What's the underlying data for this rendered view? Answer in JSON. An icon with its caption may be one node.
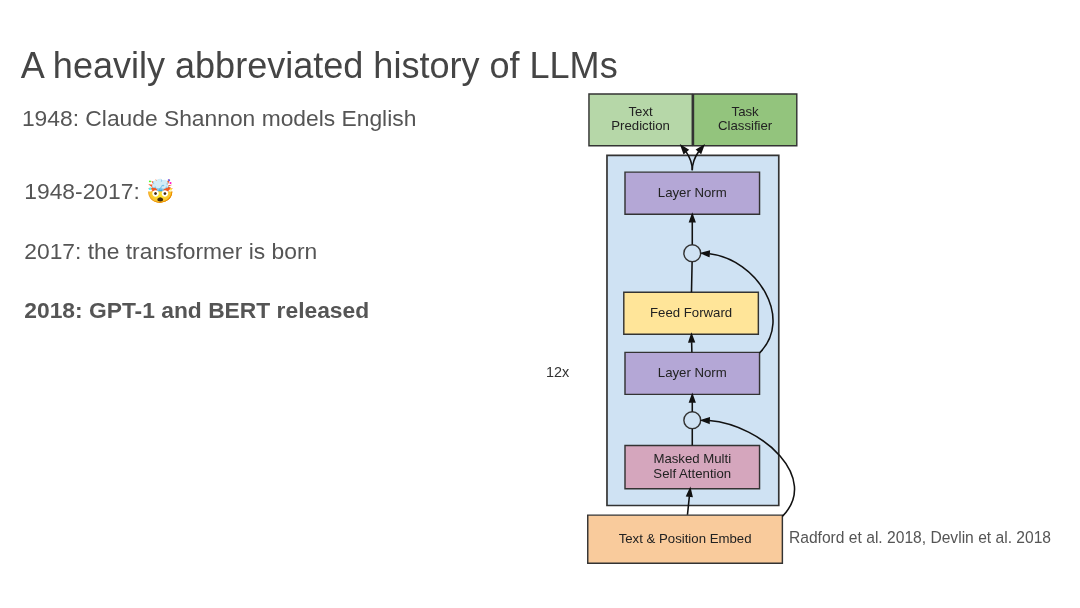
{
  "diagram": {
    "title": "A heavily abbreviated history of LLMs",
    "nodes": [
      {
        "text": [
          "Text Prediction"
        ]
      },
      {
        "text": [
          "Task Classifier"
        ]
      },
      {
        "text": [],
        "shape": "box",
        "beside": [
          "12x"
        ]
      },
      {
        "text": [
          "Layer Norm"
        ],
        "in": 2
      },
      {
        "text": [],
        "shape": "circle",
        "in": 2
      },
      {
        "text": [
          "Feed Forward"
        ],
        "in": 2
      },
      {
        "text": [
          "Layer Norm"
        ],
        "in": 2
      },
      {
        "text": [],
        "shape": "circle",
        "in": 2
      },
      {
        "text": [
          "Masked Multi Self Attention"
        ],
        "in": 2
      },
      {
        "text": [
          "Text & Position Embed"
        ]
      }
    ],
    "edges": [
      {
        "from": 9,
        "to": 8,
        "arrow": "to"
      },
      {
        "from": 9,
        "to": 7,
        "arrow": "to"
      },
      {
        "from": 8,
        "to": 7,
        "arrow": "none"
      },
      {
        "from": 7,
        "to": 6,
        "arrow": "to"
      },
      {
        "from": 6,
        "to": 5,
        "arrow": "to"
      },
      {
        "from": 6,
        "to": 4,
        "arrow": "to"
      },
      {
        "from": 5,
        "to": 4,
        "arrow": "none"
      },
      {
        "from": 4,
        "to": 3,
        "arrow": "to"
      },
      {
        "from": 3,
        "to": 0,
        "arrow": "to"
      },
      {
        "from": 3,
        "to": 1,
        "arrow": "to"
      }
    ],
    "labels": [
      "1948: Claude Shannon models English",
      "1948-2017: 🤯",
      "2017: the transformer is born",
      "2018: GPT-1 and BERT released",
      "Radford et al. 2018, Devlin et al. 2018"
    ]
  }
}
